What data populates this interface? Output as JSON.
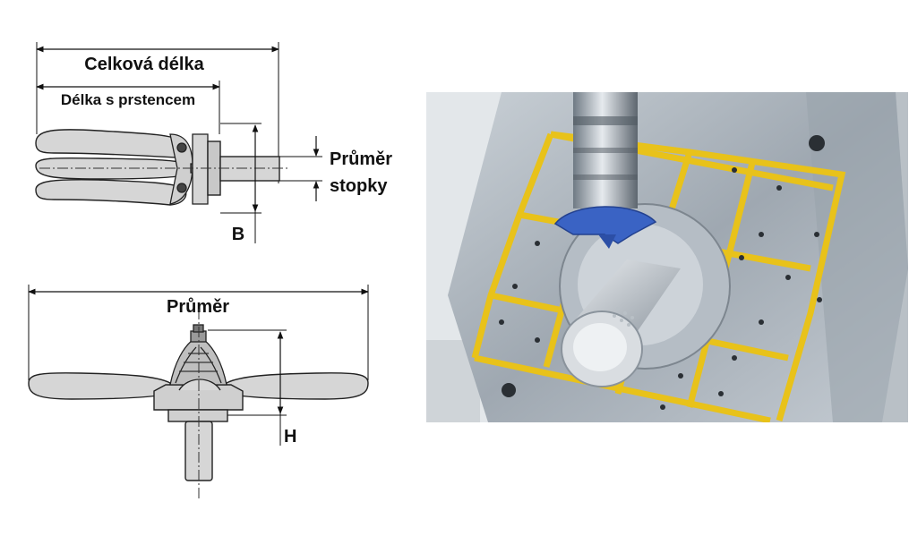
{
  "top_view": {
    "overall_length_label": "Celková délka",
    "length_with_ring_label": "Délka s prstencem",
    "shank_diameter_label_line1": "Průměr",
    "shank_diameter_label_line2": "stopky",
    "ring_label": "B"
  },
  "side_view": {
    "diameter_label": "Průměr",
    "height_label": "H"
  },
  "photo": {
    "scene": "machining-photo",
    "grid_color": "#e8c21a",
    "plate_color": "#aab3bc"
  }
}
